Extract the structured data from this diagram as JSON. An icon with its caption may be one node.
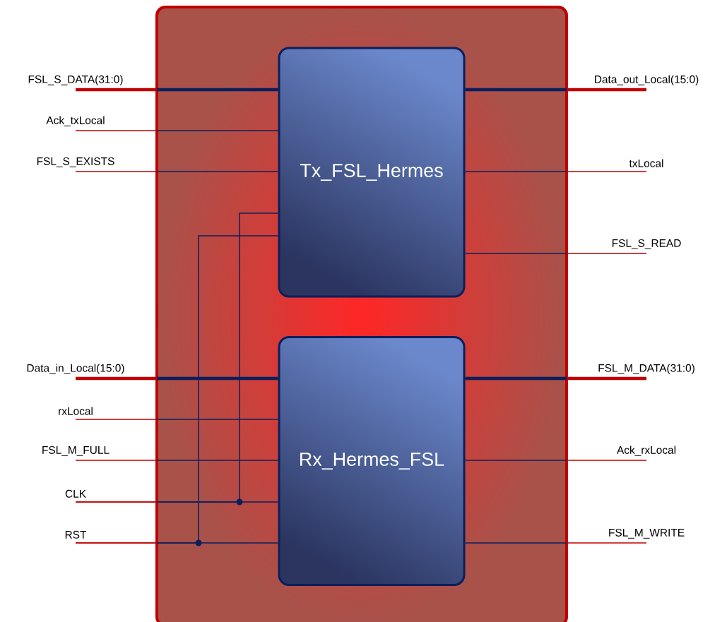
{
  "diagram": {
    "nodes": [
      {
        "text": [],
        "shape": "box"
      },
      {
        "text": [
          "Tx_FSL_Hermes"
        ],
        "in": 0
      },
      {
        "text": [
          "Rx_Hermes_FSL"
        ],
        "in": 0
      },
      {
        "text": [
          "FSL_S_DATA(31:0)"
        ]
      },
      {
        "text": [
          "Ack_txLocal"
        ]
      },
      {
        "text": [
          "FSL_S_EXISTS"
        ]
      },
      {
        "text": [
          "Data_out_Local(15:0)"
        ]
      },
      {
        "text": [
          "txLocal"
        ]
      },
      {
        "text": [
          "FSL_S_READ"
        ]
      },
      {
        "text": [
          "Data_in_Local(15:0)"
        ]
      },
      {
        "text": [
          "rxLocal"
        ]
      },
      {
        "text": [
          "FSL_M_FULL"
        ]
      },
      {
        "text": [
          "CLK"
        ]
      },
      {
        "text": [
          "RST"
        ]
      },
      {
        "text": [
          "FSL_M_DATA(31:0)"
        ]
      },
      {
        "text": [
          "Ack_rxLocal"
        ]
      },
      {
        "text": [
          "FSL_M_WRITE"
        ]
      }
    ],
    "edges": [
      {
        "from": 3,
        "to": 1,
        "arrow": "none",
        "style": "thick"
      },
      {
        "from": 4,
        "to": 1,
        "arrow": "none"
      },
      {
        "from": 5,
        "to": 1,
        "arrow": "none"
      },
      {
        "from": 6,
        "to": 1,
        "arrow": "none",
        "style": "thick"
      },
      {
        "from": 7,
        "to": 1,
        "arrow": "none"
      },
      {
        "from": 8,
        "to": 1,
        "arrow": "none"
      },
      {
        "from": 9,
        "to": 2,
        "arrow": "none",
        "style": "thick"
      },
      {
        "from": 10,
        "to": 2,
        "arrow": "none"
      },
      {
        "from": 11,
        "to": 2,
        "arrow": "none"
      },
      {
        "from": 12,
        "to": 2,
        "arrow": "none"
      },
      {
        "from": 12,
        "to": 1,
        "arrow": "none"
      },
      {
        "from": 13,
        "to": 2,
        "arrow": "none"
      },
      {
        "from": 13,
        "to": 1,
        "arrow": "none"
      },
      {
        "from": 14,
        "to": 2,
        "arrow": "none",
        "style": "thick"
      },
      {
        "from": 15,
        "to": 2,
        "arrow": "none"
      },
      {
        "from": 16,
        "to": 2,
        "arrow": "none"
      }
    ]
  }
}
